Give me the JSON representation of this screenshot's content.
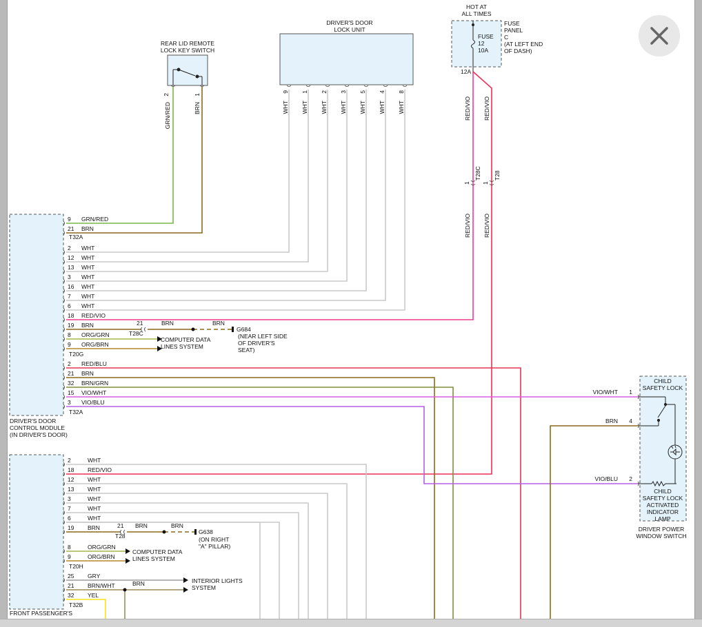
{
  "viewer": {
    "close_icon": "close-x-icon"
  },
  "components": {
    "rear_lid": {
      "label": [
        "REAR LID REMOTE",
        "LOCK KEY SWITCH"
      ],
      "pins": [
        "2",
        "1"
      ],
      "wires": [
        "GRN/RED",
        "BRN"
      ]
    },
    "door_lock_unit": {
      "label": [
        "DRIVER'S DOOR",
        "LOCK UNIT"
      ],
      "pins": [
        "9",
        "1",
        "2",
        "3",
        "5",
        "4",
        "8"
      ],
      "wire": "WHT"
    },
    "fuse": {
      "hot_label": [
        "HOT AT",
        "ALL TIMES"
      ],
      "inner": [
        "FUSE",
        "12",
        "10A"
      ],
      "panel": [
        "FUSE",
        "PANEL",
        "C",
        "(AT LEFT END",
        "OF DASH)"
      ],
      "terminal": "12A",
      "wires": [
        "RED/VIO",
        "RED/VIO"
      ],
      "connectors": [
        "T28C",
        "T28"
      ],
      "connector_pins": [
        "1",
        "1"
      ]
    },
    "driver_module": {
      "label": [
        "DRIVER'S DOOR",
        "CONTROL MODULE",
        "(IN DRIVER'S DOOR)"
      ],
      "rows": [
        {
          "pin": "9",
          "wire": "GRN/RED"
        },
        {
          "pin": "21",
          "wire": "BRN"
        },
        {
          "pin": "2",
          "wire": "WHT"
        },
        {
          "pin": "12",
          "wire": "WHT"
        },
        {
          "pin": "13",
          "wire": "WHT"
        },
        {
          "pin": "3",
          "wire": "WHT"
        },
        {
          "pin": "16",
          "wire": "WHT"
        },
        {
          "pin": "7",
          "wire": "WHT"
        },
        {
          "pin": "6",
          "wire": "WHT"
        },
        {
          "pin": "18",
          "wire": "RED/VIO"
        },
        {
          "pin": "19",
          "wire": "BRN"
        },
        {
          "pin": "8",
          "wire": "ORG/GRN"
        },
        {
          "pin": "9",
          "wire": "ORG/BRN"
        },
        {
          "pin": "2",
          "wire": "RED/BLU"
        },
        {
          "pin": "21",
          "wire": "BRN"
        },
        {
          "pin": "32",
          "wire": "BRN/GRN"
        },
        {
          "pin": "15",
          "wire": "VIO/WHT"
        },
        {
          "pin": "3",
          "wire": "VIO/BLU"
        }
      ],
      "connectors": [
        "T32A",
        "T20G",
        "T32A"
      ],
      "ground": {
        "pin": "21",
        "connector": "T28C",
        "wire1": "BRN",
        "wire2": "BRN",
        "id": "G684",
        "note": [
          "(NEAR LEFT SIDE",
          "OF DRIVER'S",
          "SEAT)"
        ]
      },
      "computer_data": [
        "COMPUTER DATA",
        "LINES SYSTEM"
      ]
    },
    "passenger_module": {
      "label": [
        "FRONT PASSENGER'S"
      ],
      "rows": [
        {
          "pin": "2",
          "wire": "WHT"
        },
        {
          "pin": "18",
          "wire": "RED/VIO"
        },
        {
          "pin": "12",
          "wire": "WHT"
        },
        {
          "pin": "13",
          "wire": "WHT"
        },
        {
          "pin": "3",
          "wire": "WHT"
        },
        {
          "pin": "7",
          "wire": "WHT"
        },
        {
          "pin": "6",
          "wire": "WHT"
        },
        {
          "pin": "19",
          "wire": "BRN"
        },
        {
          "pin": "8",
          "wire": "ORG/GRN"
        },
        {
          "pin": "9",
          "wire": "ORG/BRN"
        },
        {
          "pin": "25",
          "wire": "GRY"
        },
        {
          "pin": "21",
          "wire": "BRN/WHT"
        },
        {
          "pin": "32",
          "wire": "YEL"
        }
      ],
      "connectors": [
        "T20H",
        "T32B"
      ],
      "ground": {
        "pin": "21",
        "connector": "T28",
        "wire1": "BRN",
        "wire2": "BRN",
        "id": "G638",
        "note": [
          "(ON RIGHT",
          "\"A\" PILLAR)"
        ]
      },
      "computer_data": [
        "COMPUTER DATA",
        "LINES SYSTEM"
      ],
      "interior": [
        "INTERIOR LIGHTS",
        "SYSTEM"
      ],
      "brn_branch": "BRN"
    },
    "window_switch": {
      "child_lock": [
        "CHILD",
        "SAFETY LOCK"
      ],
      "lamp": [
        "CHILD",
        "SAFETY LOCK",
        "ACTIVATED",
        "INDICATOR",
        "LAMP"
      ],
      "name": [
        "DRIVER POWER",
        "WINDOW SWITCH"
      ],
      "pins": [
        {
          "pin": "1",
          "wire": "VIO/WHT"
        },
        {
          "pin": "4",
          "wire": "BRN"
        },
        {
          "pin": "2",
          "wire": "VIO/BLU"
        }
      ]
    }
  }
}
